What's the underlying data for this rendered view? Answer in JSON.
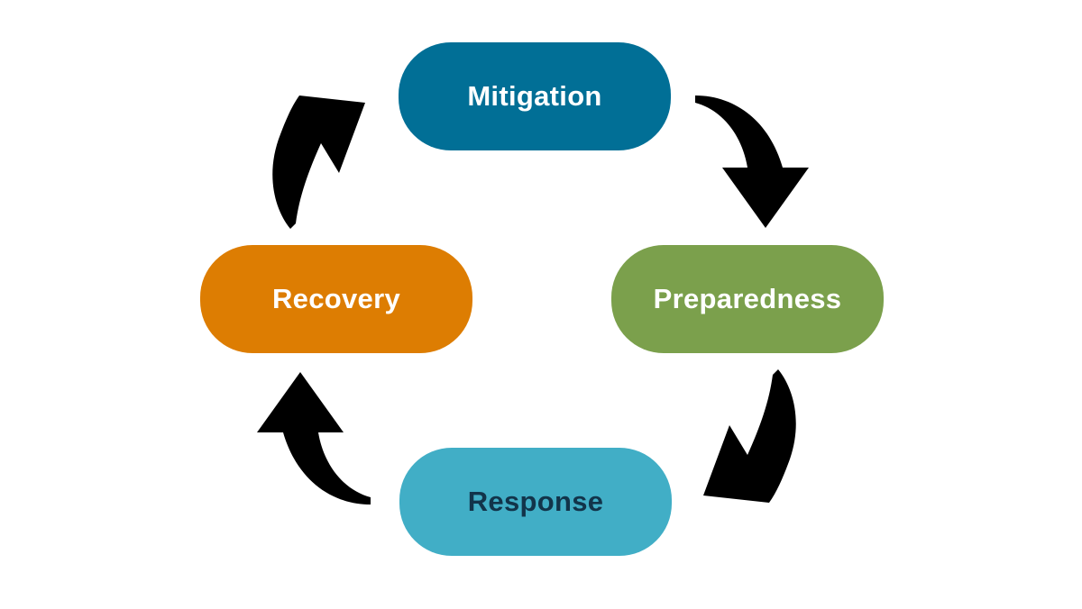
{
  "diagram": {
    "background_color": "#ffffff",
    "arrow_color": "#000000",
    "nodes": [
      {
        "id": "mitigation",
        "label": "Mitigation",
        "fill": "#016f96",
        "text_color": "#ffffff"
      },
      {
        "id": "preparedness",
        "label": "Preparedness",
        "fill": "#7ba04c",
        "text_color": "#ffffff"
      },
      {
        "id": "response",
        "label": "Response",
        "fill": "#41aec6",
        "text_color": "#12344a"
      },
      {
        "id": "recovery",
        "label": "Recovery",
        "fill": "#dd7d02",
        "text_color": "#ffffff"
      }
    ],
    "edges": [
      {
        "from": "Mitigation",
        "to": "Preparedness"
      },
      {
        "from": "Preparedness",
        "to": "Response"
      },
      {
        "from": "Response",
        "to": "Recovery"
      },
      {
        "from": "Recovery",
        "to": "Mitigation"
      }
    ]
  }
}
